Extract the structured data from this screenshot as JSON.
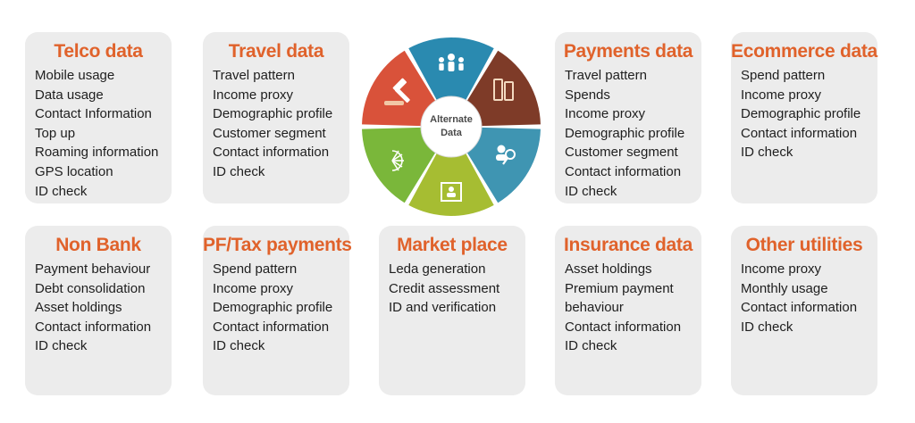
{
  "cards_top": [
    {
      "id": "telco",
      "title": "Telco data",
      "items": [
        "Mobile usage",
        "Data usage",
        "Contact Information",
        "Top up",
        "Roaming information",
        "GPS location",
        "ID check"
      ]
    },
    {
      "id": "travel",
      "title": "Travel data",
      "items": [
        "Travel pattern",
        "Income proxy",
        "Demographic profile",
        "Customer segment",
        "Contact information",
        "ID check"
      ]
    },
    {
      "id": "payments",
      "title": "Payments data",
      "items": [
        "Travel pattern",
        "Spends",
        "Income proxy",
        "Demographic profile",
        "Customer segment",
        "Contact information",
        "ID check"
      ]
    },
    {
      "id": "ecommerce",
      "title": "Ecommerce data",
      "items": [
        "Spend pattern",
        "Income proxy",
        "Demographic profile",
        "Contact information",
        "ID check"
      ]
    }
  ],
  "cards_bottom": [
    {
      "id": "nonbank",
      "title": "Non Bank",
      "items": [
        "Payment behaviour",
        "Debt consolidation",
        "Asset holdings",
        "Contact information",
        "ID check"
      ]
    },
    {
      "id": "pftax",
      "title": "PF/Tax payments",
      "items": [
        "Spend pattern",
        "Income proxy",
        "Demographic profile",
        "Contact information",
        "ID check"
      ]
    },
    {
      "id": "marketplace",
      "title": "Market place",
      "items": [
        "Leda generation",
        "Credit assessment",
        "ID and verification"
      ]
    },
    {
      "id": "insurance",
      "title": "Insurance data",
      "items": [
        "Asset holdings",
        "Premium payment",
        "behaviour",
        "Contact information",
        "ID check"
      ]
    },
    {
      "id": "utilities",
      "title": "Other utilities",
      "items": [
        "Income proxy",
        "Monthly usage",
        "Contact information",
        "ID check"
      ]
    }
  ],
  "wheel": {
    "center_line1": "Alternate",
    "center_line2": "Data",
    "segments": [
      {
        "name": "people-group-icon",
        "color": "#2a8ab0"
      },
      {
        "name": "documents-icon",
        "color": "#7e3b28"
      },
      {
        "name": "person-search-icon",
        "color": "#3f95b2"
      },
      {
        "name": "id-frame-icon",
        "color": "#a6bd32"
      },
      {
        "name": "globe-network-icon",
        "color": "#7ab73a"
      },
      {
        "name": "gavel-icon",
        "color": "#d9523a"
      }
    ]
  }
}
